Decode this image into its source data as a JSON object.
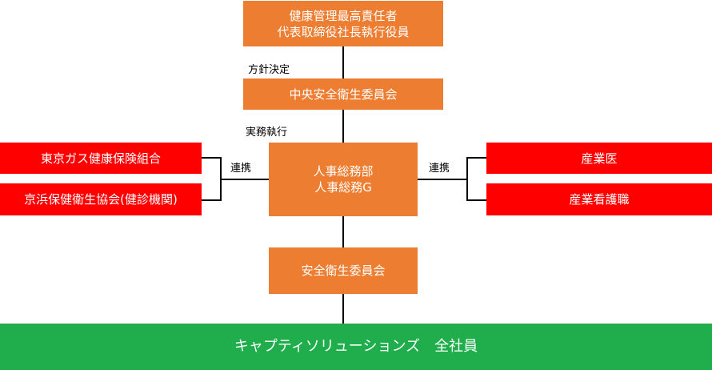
{
  "nodes": {
    "ceo": {
      "line1": "健康管理最高責任者",
      "line2": "代表取締役社長執行役員"
    },
    "central_committee": "中央安全衛生委員会",
    "hr": {
      "line1": "人事総務部",
      "line2": "人事総務G"
    },
    "safety_committee": "安全衛生委員会",
    "all_employees": "キャプティソリューションズ　全社員",
    "left_partners": [
      "東京ガス健康保険組合",
      "京浜保健衛生協会(健診機関)"
    ],
    "right_partners": [
      "産業医",
      "産業看護職"
    ]
  },
  "labels": {
    "policy": "方針決定",
    "execution": "実務執行",
    "coop_left": "連携",
    "coop_right": "連携"
  },
  "colors": {
    "orange": "#ED7D31",
    "red": "#FF0000",
    "green": "#1FAE4B"
  }
}
